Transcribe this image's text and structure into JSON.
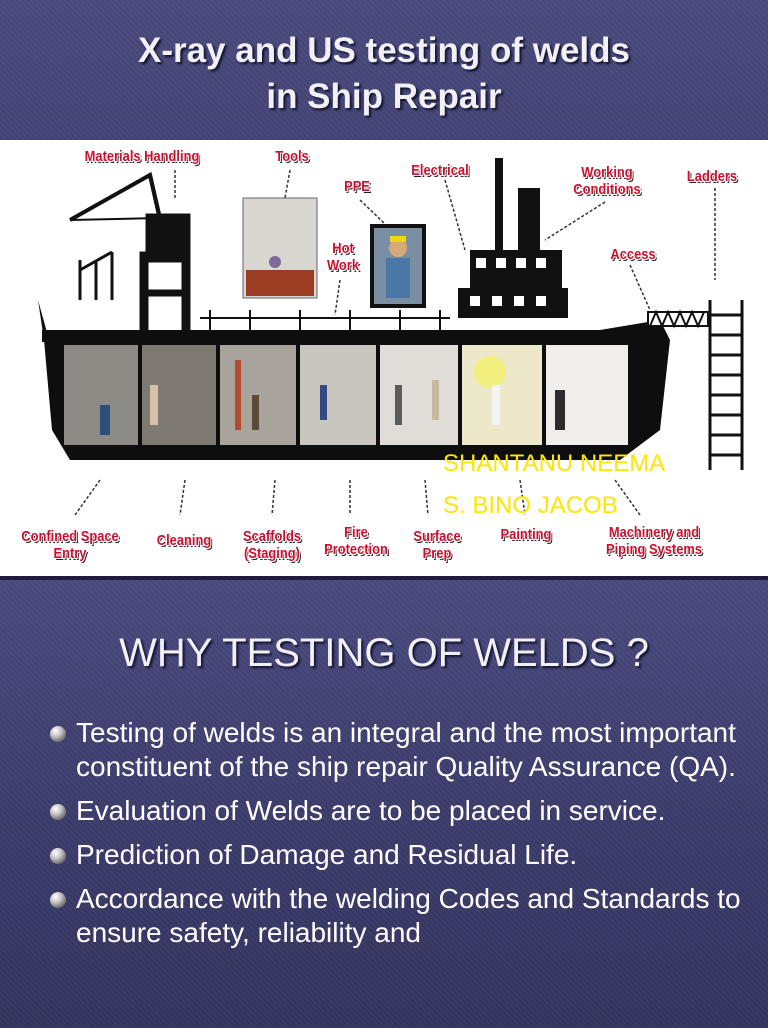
{
  "slide1": {
    "title_line1": "X-ray and US testing of welds",
    "title_line2": "in Ship Repair",
    "callouts": {
      "materials_handling": "Materials Handling",
      "tools": "Tools",
      "ppe": "PPE",
      "electrical": "Electrical",
      "working_conditions": "Working Conditions",
      "ladders": "Ladders",
      "hot_work": "Hot Work",
      "access": "Access",
      "confined_space_entry": "Confined Space Entry",
      "cleaning": "Cleaning",
      "scaffolds_staging": "Scaffolds (Staging)",
      "fire_protection": "Fire Protection",
      "surface_prep": "Surface Prep",
      "painting": "Painting",
      "machinery_piping": "Machinery and Piping Systems"
    },
    "authors": [
      "SHANTANU NEEMA",
      "S. BINO JACOB"
    ]
  },
  "slide2": {
    "heading": "WHY TESTING OF WELDS ?",
    "bullets": [
      "Testing of welds is an integral and the most important constituent of the ship repair Quality Assurance (QA).",
      "Evaluation of Welds are to be placed in service.",
      "Prediction of Damage and Residual Life.",
      "Accordance with the welding Codes and Standards to ensure safety, reliability and"
    ]
  },
  "colors": {
    "slide_background": "#3c3c6c",
    "title_text": "#f1f1f5",
    "callout_red": "#c8102e",
    "author_yellow": "#ffe600"
  }
}
